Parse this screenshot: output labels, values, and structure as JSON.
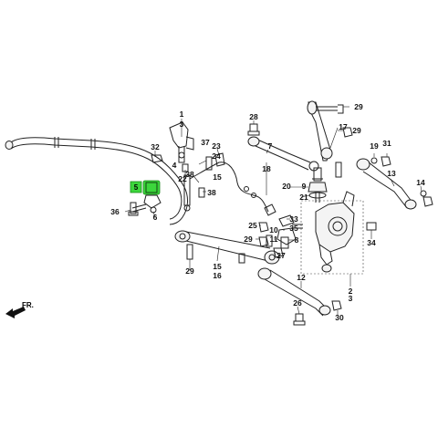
{
  "labels": [
    {
      "t": "1"
    },
    {
      "t": "3"
    },
    {
      "t": "32"
    },
    {
      "t": "38"
    },
    {
      "t": "4"
    },
    {
      "t": "37"
    },
    {
      "t": "23"
    },
    {
      "t": "24"
    },
    {
      "t": "22"
    },
    {
      "t": "38"
    },
    {
      "t": "6"
    },
    {
      "t": "36"
    },
    {
      "t": "28"
    },
    {
      "t": "7"
    },
    {
      "t": "18"
    },
    {
      "t": "29"
    },
    {
      "t": "17"
    },
    {
      "t": "29"
    },
    {
      "t": "19"
    },
    {
      "t": "31"
    },
    {
      "t": "13"
    },
    {
      "t": "20"
    },
    {
      "t": "9"
    },
    {
      "t": "21"
    },
    {
      "t": "14"
    },
    {
      "t": "15"
    },
    {
      "t": "33"
    },
    {
      "t": "35"
    },
    {
      "t": "10"
    },
    {
      "t": "25"
    },
    {
      "t": "11"
    },
    {
      "t": "29"
    },
    {
      "t": "27"
    },
    {
      "t": "8"
    },
    {
      "t": "34"
    },
    {
      "t": "29"
    },
    {
      "t": "15"
    },
    {
      "t": "16"
    },
    {
      "t": "12"
    },
    {
      "t": "2"
    },
    {
      "t": "3"
    },
    {
      "t": "26"
    },
    {
      "t": "30"
    }
  ],
  "highlight": {
    "label": "5",
    "color": "#3cd63c"
  },
  "direction_label": "FR."
}
